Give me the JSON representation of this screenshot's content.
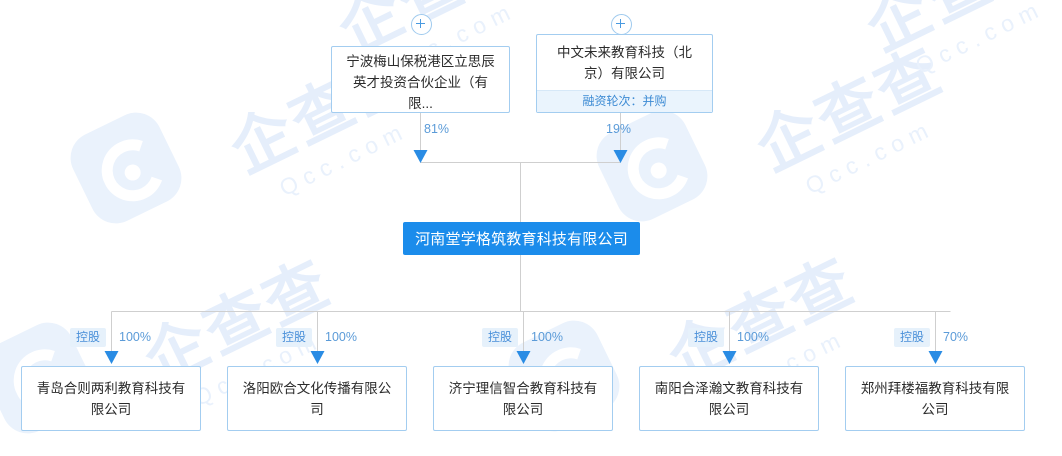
{
  "chart_type": "org-ownership-tree",
  "colors": {
    "root_fill": "#1b8ceb",
    "node_border": "#a3cdf0",
    "edge_line": "#cfcfcf",
    "arrow": "#2a8ce4",
    "label_text": "#5b9bd8",
    "badge_bg": "#e6f1fb",
    "watermark": "#e5eefb"
  },
  "watermark": {
    "brand": "企查查",
    "url": "Qcc.com"
  },
  "root": {
    "name": "河南堂学格筑教育科技有限公司"
  },
  "shareholders": [
    {
      "name": "宁波梅山保税港区立思辰英才投资合伙企业（有限...",
      "percent": "81%",
      "badge": null,
      "expander": "plus-icon"
    },
    {
      "name": "中文未来教育科技（北京）有限公司",
      "percent": "19%",
      "badge": "融资轮次：并购",
      "expander": "plus-icon"
    }
  ],
  "subsidiaries": [
    {
      "name": "青岛合则两利教育科技有限公司",
      "relation": "控股",
      "percent": "100%"
    },
    {
      "name": "洛阳欧合文化传播有限公司",
      "relation": "控股",
      "percent": "100%"
    },
    {
      "name": "济宁理信智合教育科技有限公司",
      "relation": "控股",
      "percent": "100%"
    },
    {
      "name": "南阳合泽瀚文教育科技有限公司",
      "relation": "控股",
      "percent": "100%"
    },
    {
      "name": "郑州拜楼福教育科技有限公司",
      "relation": "控股",
      "percent": "70%"
    }
  ]
}
